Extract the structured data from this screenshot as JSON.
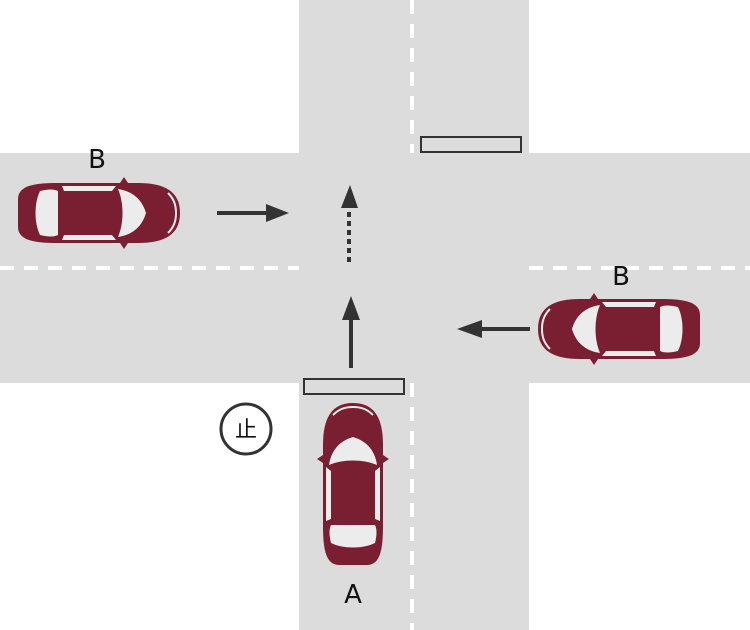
{
  "colors": {
    "road": "#dcdcdc",
    "lane_marking": "#ffffff",
    "car_body": "#7a1f32",
    "car_window": "#ececec",
    "arrow": "#333333",
    "stop_line": "#333333",
    "background": "#ffffff"
  },
  "labels": {
    "car_a": "A",
    "car_b_left": "B",
    "car_b_right": "B"
  },
  "stop_sign": {
    "text": "止",
    "icon": "stop-sign-circle-icon"
  },
  "arrows": {
    "car_a": "up",
    "car_a_continuation": "up-dotted",
    "car_b_left": "right",
    "car_b_right": "left"
  }
}
